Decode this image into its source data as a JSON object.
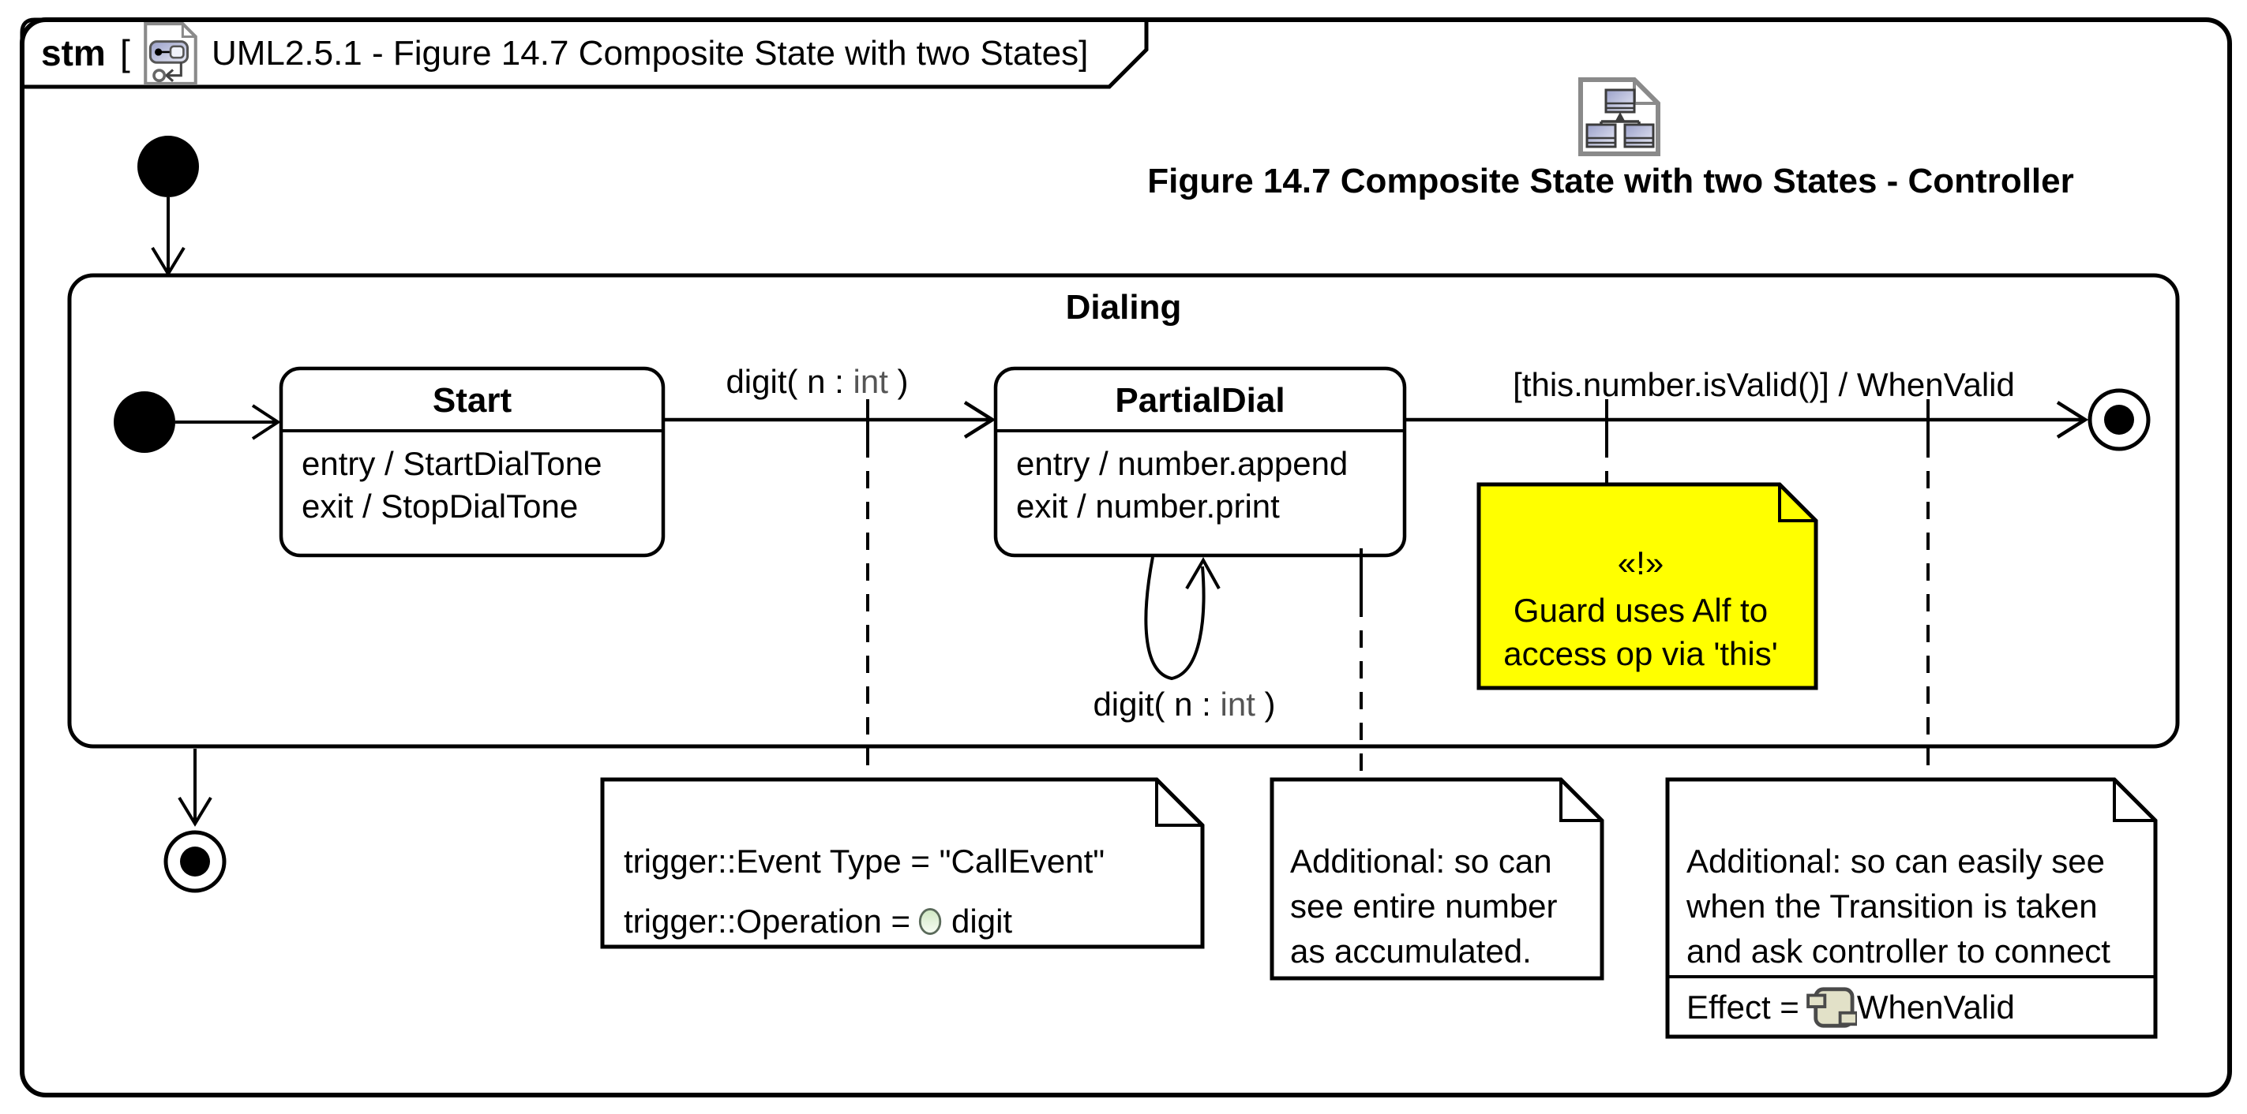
{
  "frame": {
    "keyword": "stm",
    "bracket": "[",
    "title": "UML2.5.1 - Figure 14.7 Composite State with two States]"
  },
  "header": {
    "caption": "Figure 14.7 Composite State with two States - Controller"
  },
  "diagram": {
    "composite_state": {
      "name": "Dialing"
    },
    "states": {
      "start": {
        "name": "Start",
        "entry": "entry / StartDialTone",
        "exit": "exit / StopDialTone"
      },
      "partial_dial": {
        "name": "PartialDial",
        "entry": "entry / number.append",
        "exit": "exit / number.print"
      }
    },
    "transitions": {
      "digit_prefix": "digit( n : ",
      "digit_type": "int",
      "digit_suffix": " )",
      "guard_effect": "[this.number.isValid()] / WhenValid"
    }
  },
  "notes": {
    "guard": {
      "stereotype": "«!»",
      "line1": "Guard uses Alf to",
      "line2": "access op via 'this'"
    },
    "trigger": {
      "line1": "trigger::Event Type = \"CallEvent\"",
      "line2_label": "trigger::Operation = ",
      "line2_value": "digit"
    },
    "accumulated": {
      "line1": "Additional: so can",
      "line2": "see entire number",
      "line3": "as accumulated."
    },
    "effect": {
      "line1": "Additional: so can easily see",
      "line2": "when the Transition is taken",
      "line3": "and ask controller to connect",
      "effect_label": "Effect = ",
      "effect_value": "WhenValid"
    }
  },
  "icons": {
    "tab_icon": "state-machine-diagram-icon",
    "header_icon": "class-diagram-icon",
    "operation_icon": "operation-ellipse-icon",
    "effect_icon": "behavior-component-icon"
  },
  "colors": {
    "note_yellow": "#ffff00",
    "type_text_gray": "#555555",
    "ink": "#000000",
    "icon_box_fill": "#9aa0c9",
    "component_fill": "#e2e1c8"
  }
}
